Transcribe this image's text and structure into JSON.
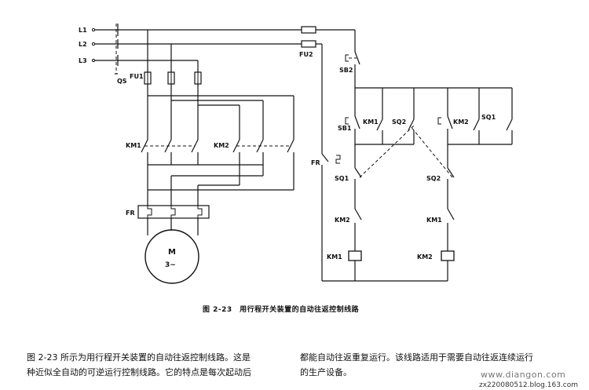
{
  "diagram": {
    "labels": {
      "l1": "L1",
      "l2": "L2",
      "l3": "L3",
      "qs": "QS",
      "fu1": "FU1",
      "fu2": "FU2",
      "sb2": "SB2",
      "sb1": "SB1",
      "km1_main": "KM1",
      "km2_main": "KM2",
      "fr": "FR",
      "fr_ctrl": "FR",
      "motor_m": "M",
      "motor_phase": "3~",
      "km1_hold": "KM1",
      "sq2_top": "SQ2",
      "km2_hold": "KM2",
      "sq1_top": "SQ1",
      "sq1_mid": "SQ1",
      "sq2_mid": "SQ2",
      "km2_left_il": "KM2",
      "km1_right_il": "KM1",
      "km1_coil": "KM1",
      "km2_coil": "KM2"
    }
  },
  "caption": "图 2-23　用行程开关装置的自动往返控制线路",
  "body_text": {
    "left_line1": "图 2-23 所示为用行程开关装置的自动往返控制线路。这是",
    "left_line2": "种近似全自动的可逆运行控制线路。它的特点是每次起动后",
    "right_line1": "都能自动往返重复运行。该线路适用于需要自动往返连续运行",
    "right_line2": "的生产设备。"
  },
  "watermark": {
    "site": "www.diangon.com",
    "blog": "zx220080512.blog.163.com"
  }
}
